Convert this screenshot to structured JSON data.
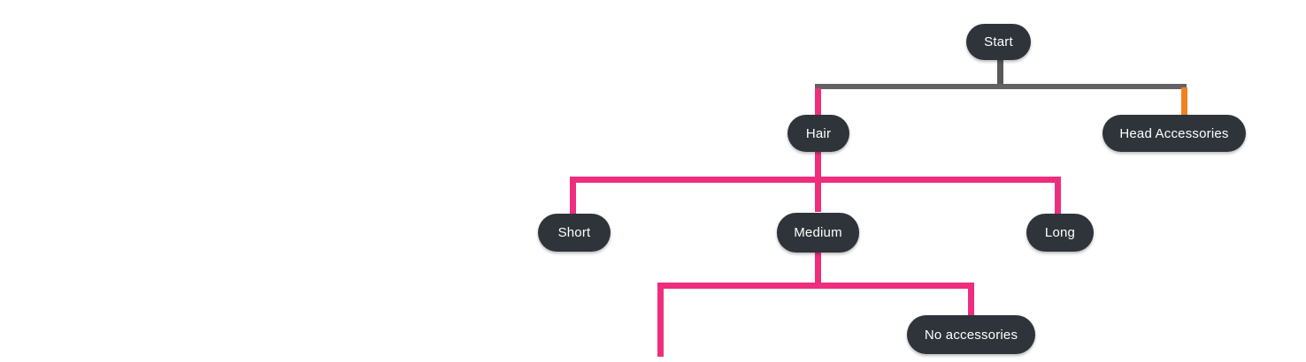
{
  "diagram": {
    "type": "flowchart",
    "nodes": {
      "start": {
        "label": "Start"
      },
      "hair": {
        "label": "Hair"
      },
      "head_accessories": {
        "label": "Head Accessories"
      },
      "short": {
        "label": "Short"
      },
      "medium": {
        "label": "Medium"
      },
      "long": {
        "label": "Long"
      },
      "no_accessories": {
        "label": "No accessories"
      }
    },
    "edges": [
      {
        "from": "Start",
        "to": "Hair",
        "colors": [
          "gray",
          "pink"
        ]
      },
      {
        "from": "Start",
        "to": "Head Accessories",
        "colors": [
          "gray",
          "orange"
        ]
      },
      {
        "from": "Hair",
        "to": "Short",
        "colors": [
          "pink"
        ]
      },
      {
        "from": "Hair",
        "to": "Medium",
        "colors": [
          "pink"
        ]
      },
      {
        "from": "Hair",
        "to": "Long",
        "colors": [
          "pink"
        ]
      },
      {
        "from": "Medium",
        "to": "No accessories",
        "colors": [
          "pink"
        ]
      },
      {
        "from": "Medium",
        "to": null,
        "colors": [
          "pink"
        ],
        "note": "branch line runs off the bottom edge of the visible canvas"
      }
    ],
    "colors": {
      "background": "#ffffff",
      "node_fill": "#2e343a",
      "node_text": "#ffffff",
      "pink_line": "#ee2e7d",
      "orange_line": "#ef8320",
      "gray_line": "#626264",
      "gray_line_dark": "#58585a"
    }
  }
}
